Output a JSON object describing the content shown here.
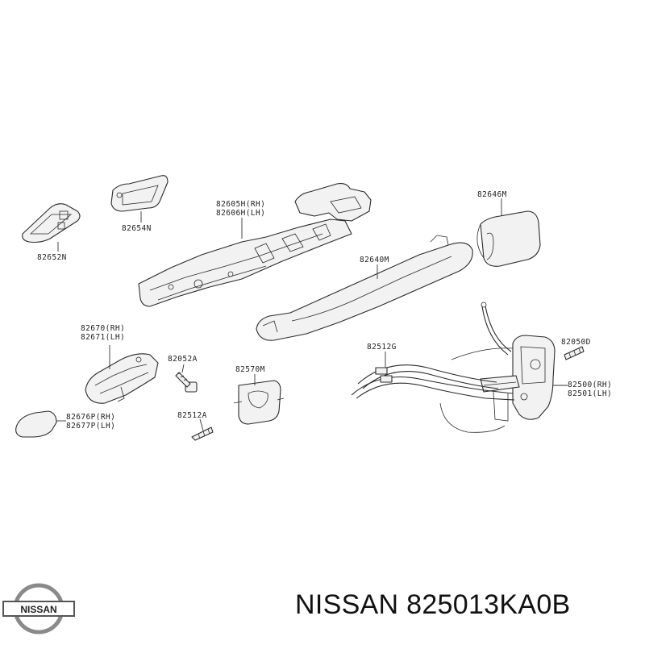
{
  "logo": {
    "brand": "NISSAN"
  },
  "title": "NISSAN 825013KA0B",
  "callouts": {
    "p82652N": "82652N",
    "p82654N": "82654N",
    "p82605H": "82605H(RH)",
    "p82606H": "82606H(LH)",
    "p82646M": "82646M",
    "p82640M": "82640M",
    "p82670": "82670(RH)",
    "p82671": "82671(LH)",
    "p82052A": "82052A",
    "p82570M": "82570M",
    "p82512A": "82512A",
    "p82676P": "82676P(RH)",
    "p82677P": "82677P(LH)",
    "p82512G": "82512G",
    "p82050D": "82050D",
    "p82500": "82500(RH)",
    "p82501": "82501(LH)"
  }
}
